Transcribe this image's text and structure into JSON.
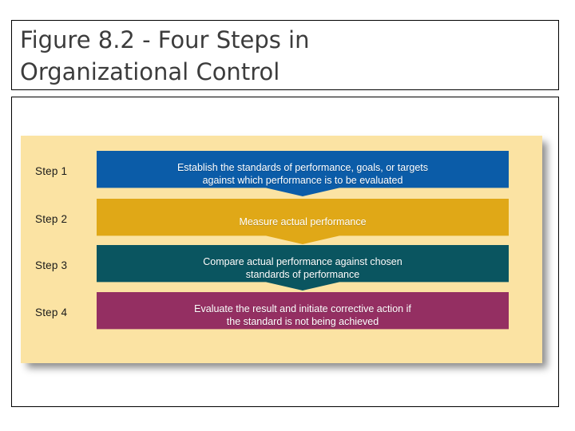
{
  "slide": {
    "title": "Figure 8.2 - Four Steps in\nOrganizational Control"
  },
  "figure": {
    "panel_color": "#FBE3A3",
    "steps": [
      {
        "label": "Step 1",
        "text": "Establish the standards of performance, goals, or targets\nagainst which performance is to be evaluated",
        "color": "#0B5CA8"
      },
      {
        "label": "Step 2",
        "text": "Measure actual performance",
        "color": "#E0A817"
      },
      {
        "label": "Step 3",
        "text": "Compare actual performance against chosen\nstandards of performance",
        "color": "#0A5560"
      },
      {
        "label": "Step 4",
        "text": "Evaluate the result and initiate corrective action if\nthe standard is not being achieved",
        "color": "#942F62"
      }
    ]
  }
}
